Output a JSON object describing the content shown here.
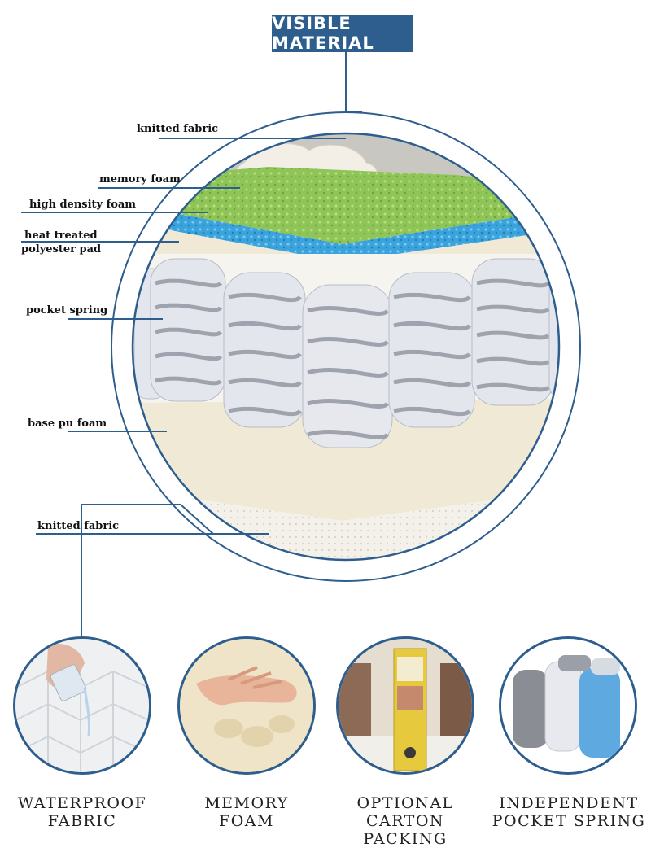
{
  "header": {
    "title": "VISIBLE MATERIAL"
  },
  "layers": [
    {
      "label": "knitted fabric"
    },
    {
      "label": "memory foam"
    },
    {
      "label": "high density foam"
    },
    {
      "label_line1": "heat treated",
      "label_line2": "polyester pad"
    },
    {
      "label": "pocket spring"
    },
    {
      "label": "base pu foam"
    },
    {
      "label": "knitted fabric"
    }
  ],
  "colors": {
    "accent": "#2e5e8e",
    "memory_foam": "#8fc458",
    "high_density_foam": "#3aa3dc",
    "cream_foam": "#efe9d6",
    "spring_fabric": "#e3e6ec"
  },
  "features": [
    {
      "line1": "WATERPROOF",
      "line2": "FABRIC",
      "icon": "water-pour-icon"
    },
    {
      "line1": "MEMORY",
      "line2": "FOAM",
      "icon": "hand-press-icon"
    },
    {
      "line1": "OPTIONAL",
      "line2": "CARTON PACKING",
      "icon": "carton-box-icon"
    },
    {
      "line1": "INDEPENDENT",
      "line2": "POCKET SPRING",
      "icon": "pocket-spring-icon"
    }
  ]
}
